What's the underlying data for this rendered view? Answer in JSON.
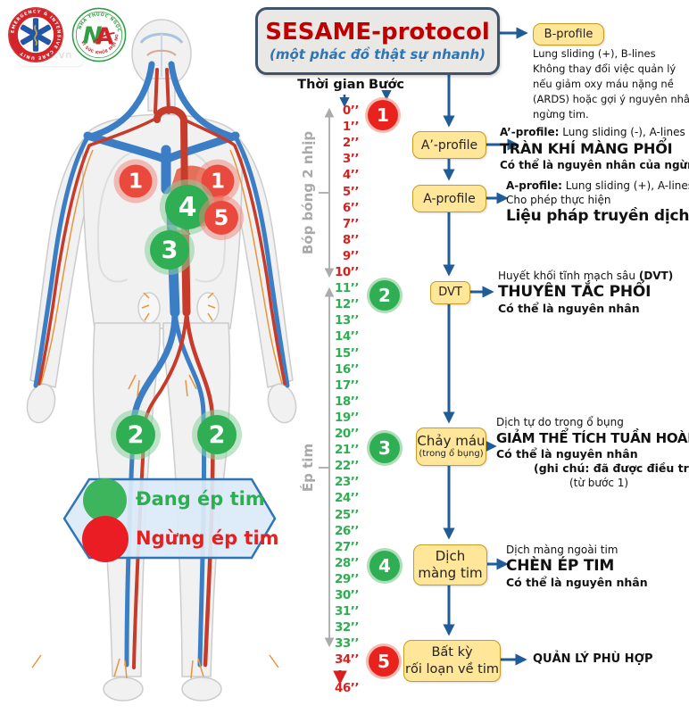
{
  "title": {
    "main": "SESAME-protocol",
    "subtitle": "(một phác đồ thật sự nhanh)"
  },
  "logos": {
    "emergency_ring_text": "EMERGENCY & INTENSIVE CARE UNIT",
    "na_top_text": "NHÀ THUỐC NGỌC ANH",
    "na_bottom_text": "VÌ SỨC KHỎE MỌI NGƯỜI",
    "na_letter_n": "N",
    "na_letter_a": "A",
    "watermark": "hscc.vn"
  },
  "timeline": {
    "header_time": "Thời gian",
    "header_step": "Bước",
    "phase1_label": "Bóp bóng 2 nhịp",
    "phase2_label": "Ép tim",
    "ticks": [
      {
        "label": "0’’",
        "color": "red"
      },
      {
        "label": "1’’",
        "color": "red"
      },
      {
        "label": "2’’",
        "color": "red"
      },
      {
        "label": "3’’",
        "color": "red"
      },
      {
        "label": "4’’",
        "color": "red"
      },
      {
        "label": "5’’",
        "color": "red"
      },
      {
        "label": "6’’",
        "color": "red"
      },
      {
        "label": "7’’",
        "color": "red"
      },
      {
        "label": "8’’",
        "color": "red"
      },
      {
        "label": "9’’",
        "color": "red"
      },
      {
        "label": "10’’",
        "color": "red"
      },
      {
        "label": "11’’",
        "color": "green"
      },
      {
        "label": "12’’",
        "color": "green"
      },
      {
        "label": "13’’",
        "color": "green"
      },
      {
        "label": "14’’",
        "color": "green"
      },
      {
        "label": "15’’",
        "color": "green"
      },
      {
        "label": "16’’",
        "color": "green"
      },
      {
        "label": "17’’",
        "color": "green"
      },
      {
        "label": "18’’",
        "color": "green"
      },
      {
        "label": "19’’",
        "color": "green"
      },
      {
        "label": "20’’",
        "color": "green"
      },
      {
        "label": "21’’",
        "color": "green"
      },
      {
        "label": "22’’",
        "color": "green"
      },
      {
        "label": "23’’",
        "color": "green"
      },
      {
        "label": "24’’",
        "color": "green"
      },
      {
        "label": "25’’",
        "color": "green"
      },
      {
        "label": "26’’",
        "color": "green"
      },
      {
        "label": "27’’",
        "color": "green"
      },
      {
        "label": "28’’",
        "color": "green"
      },
      {
        "label": "29’’",
        "color": "green"
      },
      {
        "label": "30’’",
        "color": "green"
      },
      {
        "label": "31’’",
        "color": "green"
      },
      {
        "label": "32’’",
        "color": "green"
      },
      {
        "label": "33’’",
        "color": "green"
      },
      {
        "label": "34’’",
        "color": "red"
      }
    ],
    "final_tick": {
      "label": "46’’",
      "color": "red"
    }
  },
  "steps": [
    {
      "n": "1",
      "color": "red"
    },
    {
      "n": "2",
      "color": "green"
    },
    {
      "n": "3",
      "color": "green"
    },
    {
      "n": "4",
      "color": "green"
    },
    {
      "n": "5",
      "color": "red"
    }
  ],
  "body_markers": [
    {
      "n": "1",
      "color": "red"
    },
    {
      "n": "1",
      "color": "red"
    },
    {
      "n": "4",
      "color": "green"
    },
    {
      "n": "5",
      "color": "red"
    },
    {
      "n": "3",
      "color": "green"
    },
    {
      "n": "2",
      "color": "green"
    },
    {
      "n": "2",
      "color": "green"
    }
  ],
  "legend": {
    "items": [
      {
        "label": "Đang ép tim",
        "color": "green"
      },
      {
        "label": "Ngừng ép tim",
        "color": "red"
      }
    ]
  },
  "flow": {
    "b_profile": {
      "box": "B-profile",
      "lines": [
        "Lung sliding (+), B-lines",
        "Không thay đổi việc quản lý",
        "nếu giảm oxy máu nặng nề",
        "(ARDS) hoặc gợi ý nguyên nhân",
        "ngừng tim."
      ]
    },
    "a_prime": {
      "box": "A’-profile",
      "line1_bold": "A’-profile:",
      "line1_rest": " Lung sliding (-), A-lines",
      "line2": "TRÀN KHÍ MÀNG PHỔI",
      "line3": "Có thể là nguyên nhân của ngừng tim"
    },
    "a": {
      "box": "A-profile",
      "line1_bold": "A-profile:",
      "line1_rest": " Lung sliding (+), A-lines",
      "line2": "Cho phép thực hiện",
      "line3": "Liệu pháp truyền dịch"
    },
    "dvt": {
      "box": "DVT",
      "line1": "Huyết khối tĩnh mạch sâu ",
      "line1_bold": "(DVT)",
      "line2": "THUYÊN TẮC PHỔI",
      "line3": "Có thể là nguyên nhân"
    },
    "bleeding": {
      "box_line1": "Chảy máu",
      "box_line2": "(trong ổ bụng)",
      "line1": "Dịch tự do trong ổ bụng",
      "line2": "GIẢM THỂ TÍCH TUẦN HOÀN",
      "line3": "Có thể là nguyên nhân",
      "line4": "(ghi chú: đã được điều trị)",
      "line5": "(từ bước 1)"
    },
    "pericardial": {
      "box_line1": "Dịch",
      "box_line2": "màng tim",
      "line1": "Dịch màng ngoài tim",
      "line2": "CHÈN ÉP TIM",
      "line3": "Có thể là nguyên nhân"
    },
    "cardiac": {
      "box_line1": "Bất kỳ",
      "box_line2": "rối loạn về tim",
      "result": "QUẢN LÝ PHÙ HỢP"
    }
  },
  "colors": {
    "red": "#d7201f",
    "green": "#2eae50",
    "arrow_blue": "#1f5c99",
    "box_yellow": "#ffe699",
    "legend_border": "#2e75b6"
  }
}
